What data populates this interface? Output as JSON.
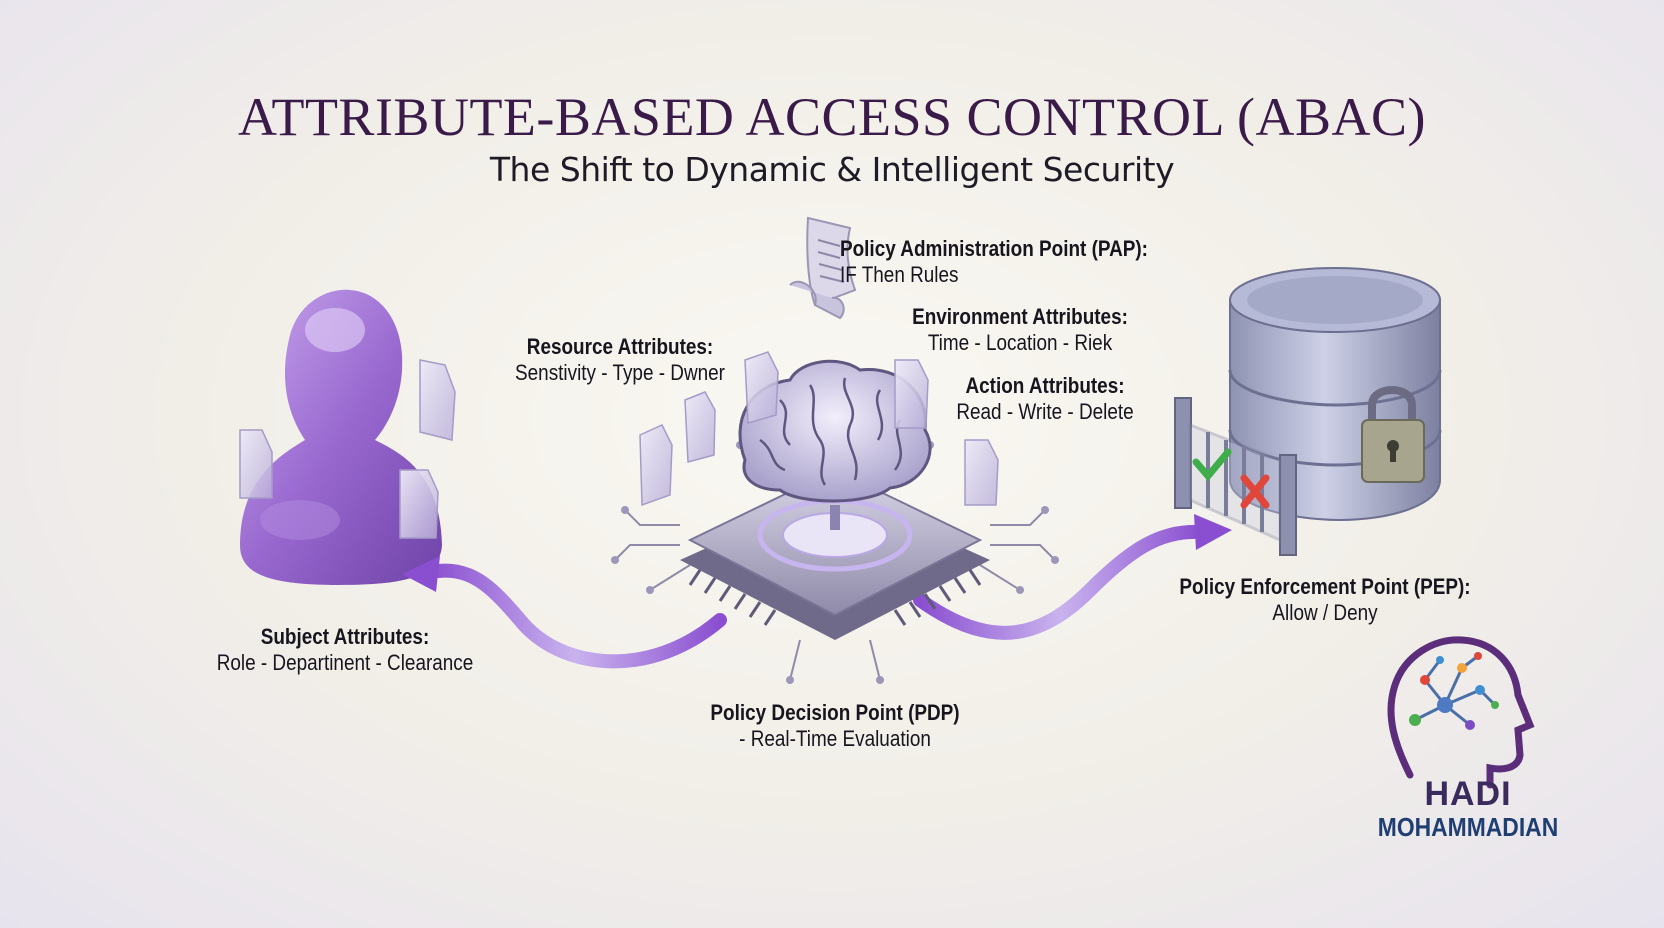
{
  "header": {
    "title": "ATTRIBUTE-BASED ACCESS CONTROL (ABAC)",
    "subtitle": "The Shift to Dynamic & Intelligent Security"
  },
  "labels": {
    "pap": {
      "heading": "Policy Administration Point (PAP):",
      "detail": "IF Then Rules"
    },
    "environment": {
      "heading": "Environment Attributes:",
      "detail": "Time - Location - Riek"
    },
    "action": {
      "heading": "Action Attributes:",
      "detail": "Read - Write - Delete"
    },
    "resource": {
      "heading": "Resource Attributes:",
      "detail": "Senstivity - Type - Dwner"
    },
    "subject": {
      "heading": "Subject Attributes:",
      "detail": "Role - Departinent - Clearance"
    },
    "pdp": {
      "heading": "Policy Decision Point (PDP)",
      "detail": "- Real-Time Evaluation"
    },
    "pep": {
      "heading": "Policy Enforcement Point (PEP):",
      "detail": "Allow / Deny"
    }
  },
  "logo": {
    "line1": "HADI",
    "line2": "MOHAMMADIAN"
  },
  "colors": {
    "accent": "#8a5cc8",
    "title": "#3a1a48",
    "allow": "#3fae4a",
    "deny": "#e0473a"
  },
  "icons": [
    "person-icon",
    "brain-chip-icon",
    "scroll-icon",
    "database-icon",
    "padlock-icon",
    "gate-icon",
    "check-icon",
    "cross-icon",
    "head-network-icon"
  ]
}
